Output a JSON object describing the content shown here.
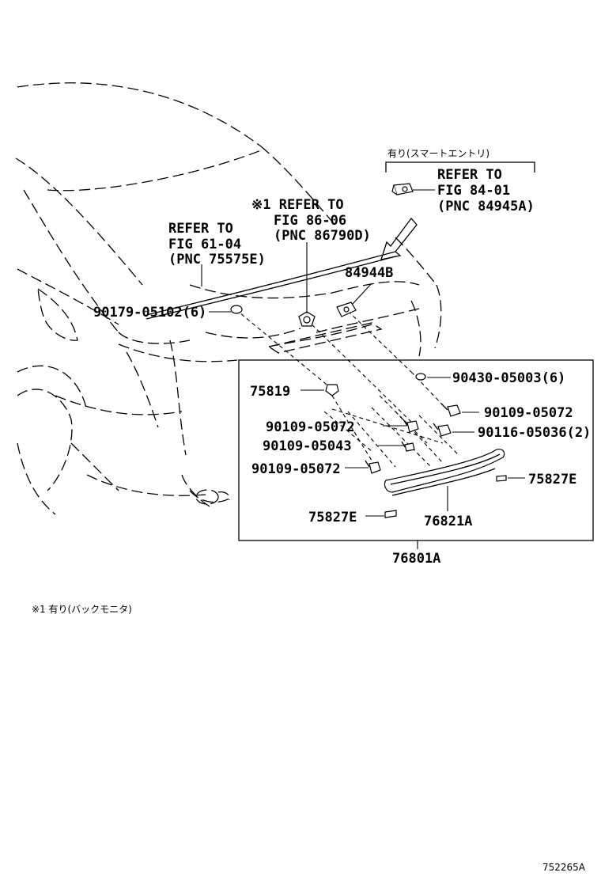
{
  "refs": {
    "smart_entry_note": "有り(スマートエントリ)",
    "ref_84": [
      "REFER TO",
      "FIG 84-01",
      "(PNC 84945A)"
    ],
    "ref_86": [
      "※1 REFER TO",
      "FIG 86-06",
      "(PNC 86790D)"
    ],
    "ref_61": [
      "REFER TO",
      "FIG 61-04",
      "(PNC 75575E)"
    ]
  },
  "labels": {
    "p84944b": "84944B",
    "p90179": "90179-05102(6)",
    "p90430": "90430-05003(6)",
    "p75819": "75819",
    "p90109_a": "90109-05072",
    "p90109_b": "90109-05072",
    "p90109_c": "90109-05043",
    "p90116": "90116-05036(2)",
    "p90109_d": "90109-05072",
    "p75827_r": "75827E",
    "p75827_l": "75827E",
    "p76821": "76821A",
    "p76801": "76801A"
  },
  "footnote": "※1 有り(バックモニタ)",
  "figure_id": "752265A",
  "icons": [
    "smart-entry-switch-icon",
    "camera-icon",
    "clip-icon",
    "screw-icon",
    "nut-icon",
    "garnish-icon"
  ]
}
